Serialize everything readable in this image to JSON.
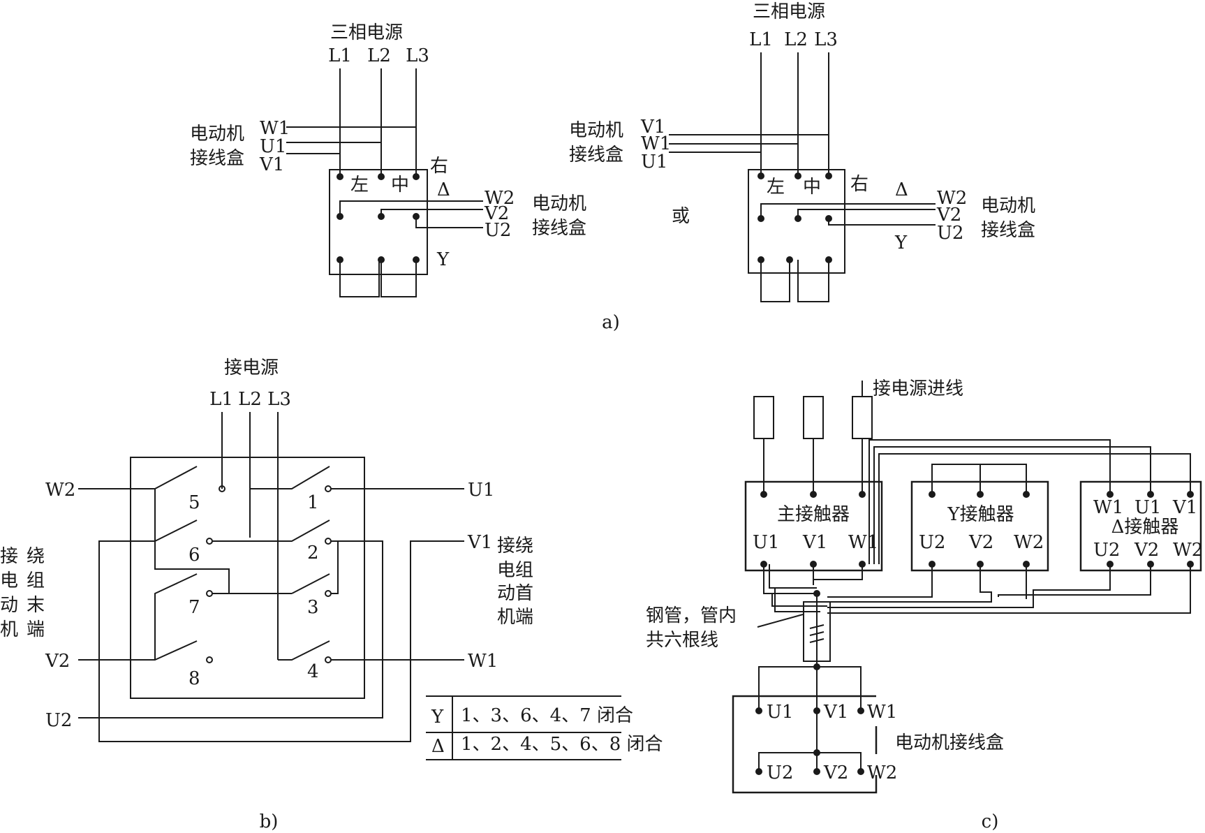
{
  "panel_a": {
    "caption": "a)",
    "or_text": "或",
    "left": {
      "supply_label": "三相电源",
      "phases": [
        "L1",
        "L2",
        "L3"
      ],
      "box_label_1": "电动机",
      "box_label_2": "接线盒",
      "in_terms": [
        "W1",
        "U1",
        "V1"
      ],
      "pos_left": "左",
      "pos_mid": "中",
      "pos_right": "右",
      "delta": "Δ",
      "star": "Y",
      "out_terms": [
        "W2",
        "V2",
        "U2"
      ],
      "out_label_1": "电动机",
      "out_label_2": "接线盒"
    },
    "right": {
      "supply_label": "三相电源",
      "phases": [
        "L1",
        "L2",
        "L3"
      ],
      "box_label_1": "电动机",
      "box_label_2": "接线盒",
      "in_terms": [
        "V1",
        "W1",
        "U1"
      ],
      "pos_left": "左",
      "pos_mid": "中",
      "pos_right": "右",
      "delta": "Δ",
      "star": "Y",
      "out_terms": [
        "W2",
        "V2",
        "U2"
      ],
      "out_label_1": "电动机",
      "out_label_2": "接线盒"
    }
  },
  "panel_b": {
    "caption": "b)",
    "supply_label": "接电源",
    "phases": [
      "L1",
      "L2",
      "L3"
    ],
    "left_terms": [
      "W2",
      "V2",
      "U2"
    ],
    "right_terms": [
      "U1",
      "V1",
      "W1"
    ],
    "switch_numbers": [
      "5",
      "6",
      "7",
      "8",
      "1",
      "2",
      "3",
      "4"
    ],
    "left_label": [
      "接",
      "绕",
      "电",
      "组",
      "动",
      "末",
      "机",
      "端"
    ],
    "right_label": [
      "接绕",
      "电组",
      "动首",
      "机端"
    ],
    "table": [
      {
        "symbol": "Y",
        "text": "1、3、6、4、7 闭合"
      },
      {
        "symbol": "Δ",
        "text": "1、2、4、5、6、8 闭合"
      }
    ]
  },
  "panel_c": {
    "caption": "c)",
    "supply_label": "接电源进线",
    "main_contactor": {
      "title": "主接触器",
      "terms": [
        "U1",
        "V1",
        "W1"
      ]
    },
    "star_contactor": {
      "title": "Y接触器",
      "terms": [
        "U2",
        "V2",
        "W2"
      ]
    },
    "delta_contactor": {
      "title": "Δ接触器",
      "top_terms": [
        "W1",
        "U1",
        "V1"
      ],
      "bottom_terms": [
        "U2",
        "V2",
        "W2"
      ]
    },
    "pipe_label_1": "钢管，管内",
    "pipe_label_2": "共六根线",
    "motor_box_label": "电动机接线盒",
    "motor_top_terms": [
      "U1",
      "V1",
      "W1"
    ],
    "motor_bottom_terms": [
      "U2",
      "V2",
      "W2"
    ]
  }
}
